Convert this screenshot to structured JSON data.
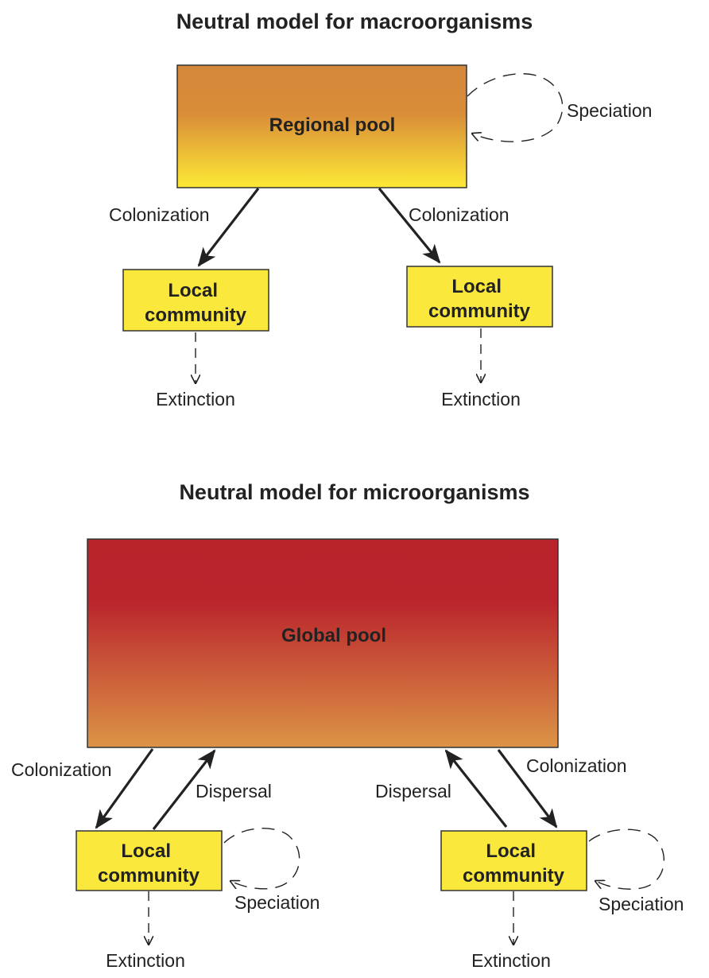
{
  "macro": {
    "title": "Neutral model for macroorganisms",
    "pool_label": "Regional pool",
    "speciation": "Speciation",
    "left_colonization": "Colonization",
    "right_colonization": "Colonization",
    "left_local": [
      "Local",
      "community"
    ],
    "right_local": [
      "Local",
      "community"
    ],
    "left_extinction": "Extinction",
    "right_extinction": "Extinction"
  },
  "micro": {
    "title": "Neutral model for microorganisms",
    "pool_label": "Global pool",
    "left_colonization": "Colonization",
    "left_dispersal": "Dispersal",
    "right_dispersal": "Dispersal",
    "right_colonization": "Colonization",
    "left_local": [
      "Local",
      "community"
    ],
    "right_local": [
      "Local",
      "community"
    ],
    "left_speciation": "Speciation",
    "right_speciation": "Speciation",
    "left_extinction": "Extinction",
    "right_extinction": "Extinction"
  },
  "colors": {
    "regional_top": "#d4873a",
    "regional_bottom": "#fde935",
    "global_top": "#b9242b",
    "global_bottom": "#dc9447",
    "local_fill": "#fbe83c"
  }
}
